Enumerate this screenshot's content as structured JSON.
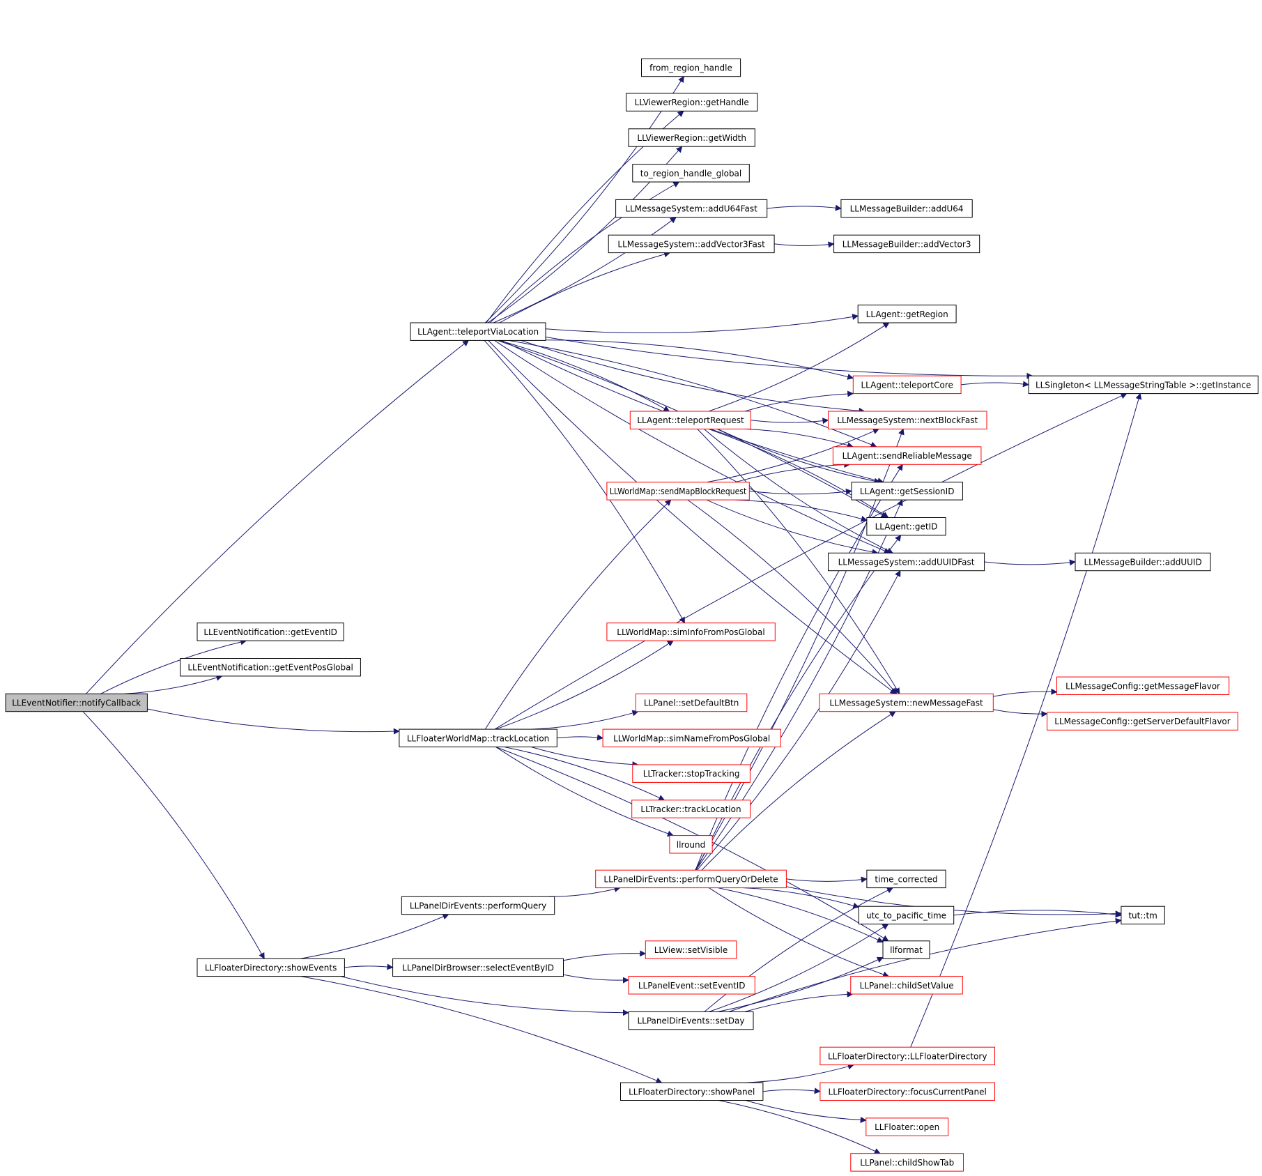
{
  "colors": {
    "edge": "#191970",
    "border_default": "#000000",
    "border_truncated": "#ff0000",
    "root_fill": "#bfbfbf",
    "node_fill": "#ffffff"
  },
  "nodes": [
    {
      "id": "notifyCallback",
      "label": "LLEventNotifier::notifyCallback",
      "style": "root"
    },
    {
      "id": "getEventID",
      "label": "LLEventNotification::getEventID",
      "style": "normal"
    },
    {
      "id": "getEventPosGlobal",
      "label": "LLEventNotification::getEventPosGlobal",
      "style": "normal"
    },
    {
      "id": "teleportViaLocation",
      "label": "LLAgent::teleportViaLocation",
      "style": "normal"
    },
    {
      "id": "trackLocation",
      "label": "LLFloaterWorldMap::trackLocation",
      "style": "normal"
    },
    {
      "id": "showEvents",
      "label": "LLFloaterDirectory::showEvents",
      "style": "normal"
    },
    {
      "id": "from_region_handle",
      "label": "from_region_handle",
      "style": "normal"
    },
    {
      "id": "getHandle",
      "label": "LLViewerRegion::getHandle",
      "style": "normal"
    },
    {
      "id": "getWidth",
      "label": "LLViewerRegion::getWidth",
      "style": "normal"
    },
    {
      "id": "to_region_handle_global",
      "label": "to_region_handle_global",
      "style": "normal"
    },
    {
      "id": "addU64Fast",
      "label": "LLMessageSystem::addU64Fast",
      "style": "normal"
    },
    {
      "id": "addVector3Fast",
      "label": "LLMessageSystem::addVector3Fast",
      "style": "normal"
    },
    {
      "id": "addU64",
      "label": "LLMessageBuilder::addU64",
      "style": "normal"
    },
    {
      "id": "addVector3",
      "label": "LLMessageBuilder::addVector3",
      "style": "normal"
    },
    {
      "id": "getRegion",
      "label": "LLAgent::getRegion",
      "style": "normal"
    },
    {
      "id": "teleportCore",
      "label": "LLAgent::teleportCore",
      "style": "truncated"
    },
    {
      "id": "getInstance",
      "label": "LLSingleton< LLMessageStringTable >::getInstance",
      "style": "normal"
    },
    {
      "id": "teleportRequest",
      "label": "LLAgent::teleportRequest",
      "style": "truncated"
    },
    {
      "id": "nextBlockFast",
      "label": "LLMessageSystem::nextBlockFast",
      "style": "truncated"
    },
    {
      "id": "sendReliableMessage",
      "label": "LLAgent::sendReliableMessage",
      "style": "truncated"
    },
    {
      "id": "sendMapBlockRequest",
      "label": "LLWorldMap::sendMapBlockRequest",
      "style": "truncated"
    },
    {
      "id": "getSessionID",
      "label": "LLAgent::getSessionID",
      "style": "normal"
    },
    {
      "id": "getID",
      "label": "LLAgent::getID",
      "style": "normal"
    },
    {
      "id": "addUUIDFast",
      "label": "LLMessageSystem::addUUIDFast",
      "style": "normal"
    },
    {
      "id": "addUUID",
      "label": "LLMessageBuilder::addUUID",
      "style": "normal"
    },
    {
      "id": "simInfoFromPosGlobal",
      "label": "LLWorldMap::simInfoFromPosGlobal",
      "style": "truncated"
    },
    {
      "id": "newMessageFast",
      "label": "LLMessageSystem::newMessageFast",
      "style": "truncated"
    },
    {
      "id": "getMessageFlavor",
      "label": "LLMessageConfig::getMessageFlavor",
      "style": "truncated"
    },
    {
      "id": "getServerDefaultFlavor",
      "label": "LLMessageConfig::getServerDefaultFlavor",
      "style": "truncated"
    },
    {
      "id": "setDefaultBtn",
      "label": "LLPanel::setDefaultBtn",
      "style": "truncated"
    },
    {
      "id": "simNameFromPosGlobal",
      "label": "LLWorldMap::simNameFromPosGlobal",
      "style": "truncated"
    },
    {
      "id": "stopTracking",
      "label": "LLTracker::stopTracking",
      "style": "truncated"
    },
    {
      "id": "trackerTrackLocation",
      "label": "LLTracker::trackLocation",
      "style": "truncated"
    },
    {
      "id": "llround",
      "label": "llround",
      "style": "truncated"
    },
    {
      "id": "performQueryOrDelete",
      "label": "LLPanelDirEvents::performQueryOrDelete",
      "style": "truncated"
    },
    {
      "id": "performQuery",
      "label": "LLPanelDirEvents::performQuery",
      "style": "normal"
    },
    {
      "id": "time_corrected",
      "label": "time_corrected",
      "style": "normal"
    },
    {
      "id": "utc_to_pacific_time",
      "label": "utc_to_pacific_time",
      "style": "normal"
    },
    {
      "id": "tut_tm",
      "label": "tut::tm",
      "style": "normal"
    },
    {
      "id": "llformat",
      "label": "llformat",
      "style": "normal"
    },
    {
      "id": "setVisible",
      "label": "LLView::setVisible",
      "style": "truncated"
    },
    {
      "id": "selectEventByID",
      "label": "LLPanelDirBrowser::selectEventByID",
      "style": "normal"
    },
    {
      "id": "setEventID",
      "label": "LLPanelEvent::setEventID",
      "style": "truncated"
    },
    {
      "id": "childSetValue",
      "label": "LLPanel::childSetValue",
      "style": "truncated"
    },
    {
      "id": "setDay",
      "label": "LLPanelDirEvents::setDay",
      "style": "normal"
    },
    {
      "id": "llFloaterDirectoryCtor",
      "label": "LLFloaterDirectory::LLFloaterDirectory",
      "style": "truncated"
    },
    {
      "id": "showPanel",
      "label": "LLFloaterDirectory::showPanel",
      "style": "normal"
    },
    {
      "id": "focusCurrentPanel",
      "label": "LLFloaterDirectory::focusCurrentPanel",
      "style": "truncated"
    },
    {
      "id": "llFloaterOpen",
      "label": "LLFloater::open",
      "style": "truncated"
    },
    {
      "id": "childShowTab",
      "label": "LLPanel::childShowTab",
      "style": "truncated"
    }
  ],
  "edges": [
    [
      "notifyCallback",
      "getEventID"
    ],
    [
      "notifyCallback",
      "getEventPosGlobal"
    ],
    [
      "notifyCallback",
      "teleportViaLocation"
    ],
    [
      "notifyCallback",
      "trackLocation"
    ],
    [
      "notifyCallback",
      "showEvents"
    ],
    [
      "teleportViaLocation",
      "from_region_handle"
    ],
    [
      "teleportViaLocation",
      "getHandle"
    ],
    [
      "teleportViaLocation",
      "getWidth"
    ],
    [
      "teleportViaLocation",
      "to_region_handle_global"
    ],
    [
      "teleportViaLocation",
      "addU64Fast"
    ],
    [
      "teleportViaLocation",
      "addVector3Fast"
    ],
    [
      "teleportViaLocation",
      "getRegion"
    ],
    [
      "teleportViaLocation",
      "teleportCore"
    ],
    [
      "teleportViaLocation",
      "getInstance"
    ],
    [
      "teleportViaLocation",
      "teleportRequest"
    ],
    [
      "teleportViaLocation",
      "nextBlockFast"
    ],
    [
      "teleportViaLocation",
      "sendReliableMessage"
    ],
    [
      "teleportViaLocation",
      "getSessionID"
    ],
    [
      "teleportViaLocation",
      "getID"
    ],
    [
      "teleportViaLocation",
      "addUUIDFast"
    ],
    [
      "teleportViaLocation",
      "simInfoFromPosGlobal"
    ],
    [
      "teleportViaLocation",
      "newMessageFast"
    ],
    [
      "addU64Fast",
      "addU64"
    ],
    [
      "addVector3Fast",
      "addVector3"
    ],
    [
      "teleportCore",
      "getInstance"
    ],
    [
      "teleportRequest",
      "getRegion"
    ],
    [
      "teleportRequest",
      "teleportCore"
    ],
    [
      "teleportRequest",
      "nextBlockFast"
    ],
    [
      "teleportRequest",
      "sendReliableMessage"
    ],
    [
      "teleportRequest",
      "getSessionID"
    ],
    [
      "teleportRequest",
      "getID"
    ],
    [
      "teleportRequest",
      "addUUIDFast"
    ],
    [
      "teleportRequest",
      "newMessageFast"
    ],
    [
      "sendMapBlockRequest",
      "nextBlockFast"
    ],
    [
      "sendMapBlockRequest",
      "sendReliableMessage"
    ],
    [
      "sendMapBlockRequest",
      "getSessionID"
    ],
    [
      "sendMapBlockRequest",
      "getID"
    ],
    [
      "sendMapBlockRequest",
      "addUUIDFast"
    ],
    [
      "sendMapBlockRequest",
      "newMessageFast"
    ],
    [
      "addUUIDFast",
      "addUUID"
    ],
    [
      "newMessageFast",
      "getMessageFlavor"
    ],
    [
      "newMessageFast",
      "getServerDefaultFlavor"
    ],
    [
      "trackLocation",
      "sendMapBlockRequest"
    ],
    [
      "trackLocation",
      "simInfoFromPosGlobal"
    ],
    [
      "trackLocation",
      "getInstance"
    ],
    [
      "trackLocation",
      "setDefaultBtn"
    ],
    [
      "trackLocation",
      "simNameFromPosGlobal"
    ],
    [
      "trackLocation",
      "stopTracking"
    ],
    [
      "trackLocation",
      "trackerTrackLocation"
    ],
    [
      "trackLocation",
      "llround"
    ],
    [
      "trackLocation",
      "llformat"
    ],
    [
      "performQueryOrDelete",
      "nextBlockFast"
    ],
    [
      "performQueryOrDelete",
      "sendReliableMessage"
    ],
    [
      "performQueryOrDelete",
      "getSessionID"
    ],
    [
      "performQueryOrDelete",
      "getID"
    ],
    [
      "performQueryOrDelete",
      "addUUIDFast"
    ],
    [
      "performQueryOrDelete",
      "newMessageFast"
    ],
    [
      "performQueryOrDelete",
      "time_corrected"
    ],
    [
      "performQueryOrDelete",
      "utc_to_pacific_time"
    ],
    [
      "performQueryOrDelete",
      "tut_tm"
    ],
    [
      "performQueryOrDelete",
      "llformat"
    ],
    [
      "performQueryOrDelete",
      "childSetValue"
    ],
    [
      "utc_to_pacific_time",
      "tut_tm"
    ],
    [
      "showEvents",
      "performQuery"
    ],
    [
      "showEvents",
      "selectEventByID"
    ],
    [
      "showEvents",
      "setDay"
    ],
    [
      "showEvents",
      "showPanel"
    ],
    [
      "performQuery",
      "performQueryOrDelete"
    ],
    [
      "selectEventByID",
      "setVisible"
    ],
    [
      "selectEventByID",
      "setEventID"
    ],
    [
      "setDay",
      "time_corrected"
    ],
    [
      "setDay",
      "utc_to_pacific_time"
    ],
    [
      "setDay",
      "tut_tm"
    ],
    [
      "setDay",
      "llformat"
    ],
    [
      "setDay",
      "childSetValue"
    ],
    [
      "showPanel",
      "llFloaterDirectoryCtor"
    ],
    [
      "showPanel",
      "focusCurrentPanel"
    ],
    [
      "showPanel",
      "llFloaterOpen"
    ],
    [
      "showPanel",
      "childShowTab"
    ],
    [
      "llFloaterDirectoryCtor",
      "getInstance"
    ]
  ]
}
